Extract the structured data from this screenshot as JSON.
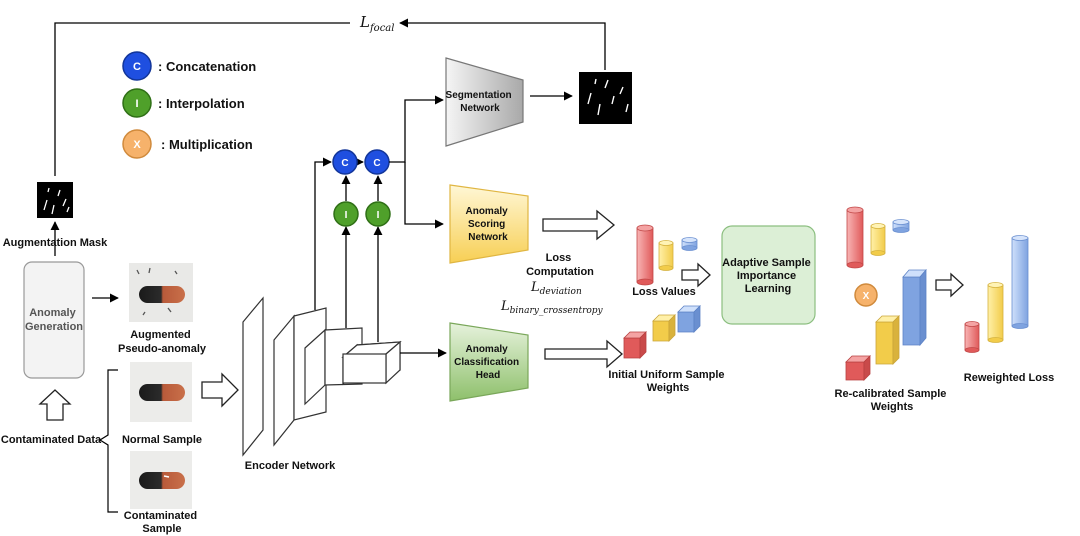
{
  "legend": {
    "concat": {
      "symbol": "C",
      "label": ": Concatenation"
    },
    "interp": {
      "symbol": "I",
      "label": ": Interpolation"
    },
    "mult": {
      "symbol": "X",
      "label": ": Multiplication"
    }
  },
  "colors": {
    "concat": "#1f4fe0",
    "interp": "#4fa02a",
    "mult": "#f6b26b"
  },
  "loss_focal_base": "L",
  "loss_focal_sub": "focal",
  "loss_deviation_base": "L",
  "loss_deviation_sub": "deviation",
  "loss_bce_base": "L",
  "loss_bce_sub": "binary_crossentropy",
  "labels": {
    "augmentation_mask": "Augmentation Mask",
    "anomaly_generation": [
      "Anomaly",
      "Generation"
    ],
    "augmented": [
      "Augmented",
      "Pseudo-anomaly"
    ],
    "normal_sample": "Normal Sample",
    "contaminated_sample": [
      "Contaminated",
      "Sample"
    ],
    "contaminated_data": "Contaminated Data",
    "encoder_network": "Encoder Network",
    "segmentation_network": [
      "Segmentation",
      "Network"
    ],
    "anomaly_scoring_network": [
      "Anomaly",
      "Scoring",
      "Network"
    ],
    "anomaly_classification_head": [
      "Anomaly",
      "Classification",
      "Head"
    ],
    "loss_computation": [
      "Loss",
      "Computation"
    ],
    "loss_values": "Loss Values",
    "initial_weights": [
      "Initial Uniform Sample",
      "Weights"
    ],
    "adaptive": [
      "Adaptive  Sample",
      "Importance",
      "Learning"
    ],
    "recalibrated": [
      "Re-calibrated Sample",
      "Weights"
    ],
    "reweighted_loss": "Reweighted Loss"
  },
  "nodes": {
    "concat": "C",
    "interp": "I",
    "mult": "X"
  }
}
